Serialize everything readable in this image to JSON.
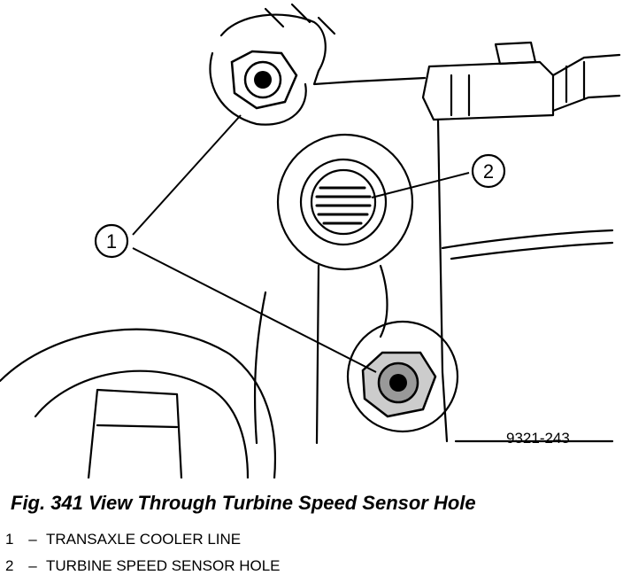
{
  "figure": {
    "code": "9321-243",
    "callouts": [
      {
        "number": "1",
        "text": "TRANSAXLE COOLER LINE"
      },
      {
        "number": "2",
        "text": "TURBINE SPEED SENSOR HOLE"
      }
    ]
  },
  "caption": {
    "title": "Fig. 341 View Through Turbine Speed Sensor Hole"
  },
  "legend": {
    "separator": "–"
  }
}
